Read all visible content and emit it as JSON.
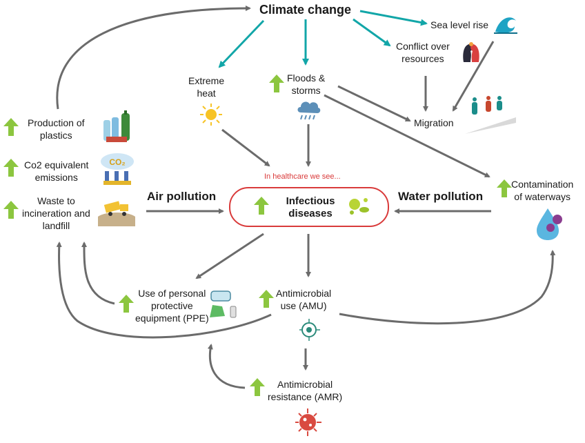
{
  "colors": {
    "teal_arrow": "#12a6a8",
    "grey_arrow": "#6b6b6b",
    "increase_arrow": "#8cc63f",
    "highlight_red": "#d93a3a"
  },
  "diagram": {
    "climate_change": "Climate change",
    "sea_level_rise": "Sea level rise",
    "conflict": "Conflict over\nresources",
    "extreme_heat": "Extreme\nheat",
    "floods": "Floods &\nstorms",
    "migration": "Migration",
    "production_plastics": "Production of\nplastics",
    "co2": "Co2 equivalent\nemissions",
    "waste": "Waste to\nincineration and\nlandfill",
    "air_pollution": "Air pollution",
    "water_pollution": "Water pollution",
    "healthcare_note": "In healthcare we see...",
    "infectious_diseases": "Infectious\ndiseases",
    "contamination": "Contamination\nof waterways",
    "ppe": "Use of personal\nprotective\nequipment (PPE)",
    "amu": "Antimicrobial\nuse (AMU)",
    "amr": "Antimicrobial\nresistance (AMR)",
    "co2_icon_text": "CO₂"
  },
  "icons": [
    "increase-arrow-icon",
    "wave-icon",
    "conflict-heads-icon",
    "sun-icon",
    "storm-cloud-icon",
    "migration-people-icon",
    "plastic-bottles-icon",
    "co2-factory-icon",
    "dump-truck-icon",
    "bacteria-icon",
    "water-drop-virus-icon",
    "mask-gloves-icon",
    "antimicrobial-icon",
    "virus-icon"
  ]
}
